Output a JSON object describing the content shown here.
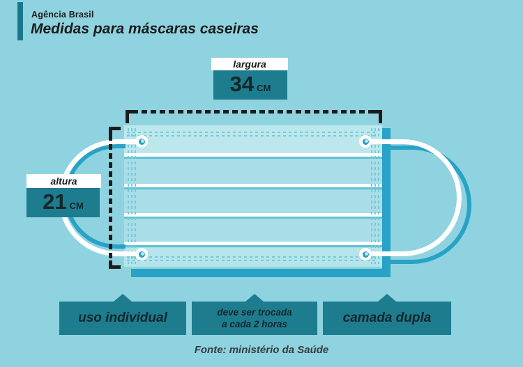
{
  "header": {
    "agency": "Agência Brasil",
    "title": "Medidas para máscaras caseiras"
  },
  "measurements": {
    "width_marker": {
      "label": "largura",
      "value": "34",
      "unit": "CM"
    },
    "height_marker": {
      "label": "altura",
      "value": "21",
      "unit": "CM"
    }
  },
  "notes": [
    {
      "text": "uso individual"
    },
    {
      "line1": "deve ser trocada",
      "line2": "a cada 2 horas"
    },
    {
      "text": "camada dupla"
    }
  ],
  "footer": {
    "source_text": "Fonte: ministério da Saúde"
  },
  "colors": {
    "background": "#8fd3e0",
    "teal_box": "#1d7c8e",
    "mask_blue": "#28a2c5",
    "mask_light": "#a9dde7",
    "marker_dark": "#1c1c1c"
  }
}
